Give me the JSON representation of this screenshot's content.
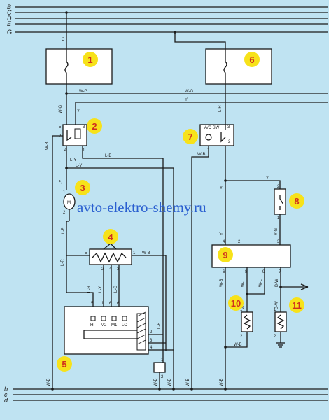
{
  "watermark": "avto-elektro-shemy.ru",
  "rails_top": [
    "B",
    "C",
    "D",
    "E",
    "G"
  ],
  "rails_bottom": [
    "b",
    "c",
    "d"
  ],
  "feed_label": "C",
  "components": {
    "fuse_1": "1",
    "relay_2": "2",
    "motor_3": "3",
    "resistor_4": "4",
    "switch_5": "5",
    "fuse_6": "6",
    "ac_switch_7": "7",
    "switch_8": "8",
    "amplifier_9": "9",
    "resistor_10": "10",
    "sensor_11": "11"
  },
  "ac_switch_label": "A/C SW",
  "blower_switch_positions": [
    "HI",
    "M2",
    "M1",
    "LO"
  ],
  "wire_labels": {
    "wg_top": "W-G",
    "wg_right": "W-G",
    "y_top": "Y",
    "wg_vert": "W-G",
    "y_vert": "Y",
    "lr_top": "L-R",
    "wb_left": "W-B",
    "lb_relay": "L-B",
    "ly_relay": "L-Y",
    "ly_long": "L-Y",
    "ly_motor": "L-Y",
    "lr_motor": "L-R",
    "lr_left": "L-R",
    "wb_res": "W-B",
    "lr_sw": "L-R",
    "ly_sw": "L-Y",
    "lg_sw": "L-G",
    "lb_sw": "L-B",
    "wb_7": "W-B",
    "y_mid": "Y",
    "y_8": "Y",
    "yg_9": "Y-G",
    "y_9": "Y",
    "wb_9": "W-B",
    "wl_9a": "W-L",
    "wl_9b": "W-L",
    "bw_9": "B-W",
    "wl_10": "W-L",
    "bw_11": "B-W",
    "wb_10": "W-B",
    "wb_b1": "W-B",
    "wb_b2": "W-B",
    "wb_b3": "W-B",
    "wb_b4": "W-B",
    "wb_b5": "W-B"
  },
  "pins": {
    "r2": [
      "5",
      "3",
      "2",
      "4",
      "1"
    ],
    "m3": [
      "1",
      "2"
    ],
    "res4": [
      "5",
      "2",
      "4",
      "3",
      "1"
    ],
    "sw5_top": [
      "5",
      "1",
      "6",
      "6"
    ],
    "sw5_side": [
      "2",
      "3",
      "4"
    ],
    "sw7": [
      "3",
      "2",
      "1"
    ],
    "sw8": [
      "2",
      "1"
    ],
    "amp9": [
      "6",
      "8",
      "9",
      "7",
      "4",
      "2",
      "3"
    ],
    "r10": [
      "1",
      "2"
    ],
    "s11": [
      "1",
      "2"
    ],
    "sw_lo": [
      "1",
      "2"
    ]
  },
  "colors": {
    "background": "#bfe3f2",
    "badge": "#f7e21a",
    "badge_text": "#d0321e",
    "watermark": "#2a5fd0",
    "wire": "#1a1a1a"
  }
}
